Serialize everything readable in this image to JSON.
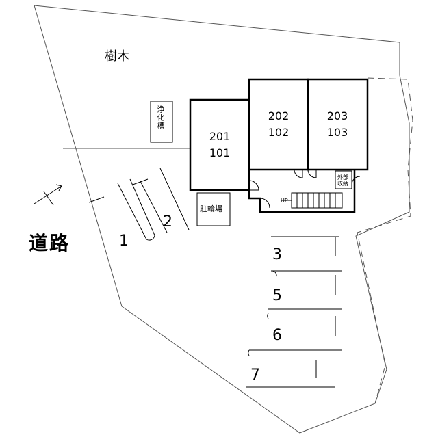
{
  "labels": {
    "trees": "樹木",
    "septic_tank": "浄化槽",
    "bicycle_parking": "駐輪場",
    "outdoor_storage_1": "外部",
    "outdoor_storage_2": "収納",
    "road": "道路",
    "stair_up": "UP"
  },
  "units": {
    "unit_a_upper": "201",
    "unit_a_lower": "101",
    "unit_b_upper": "202",
    "unit_b_lower": "102",
    "unit_c_upper": "203",
    "unit_c_lower": "103"
  },
  "parking": {
    "space_1": "1",
    "space_2": "2",
    "space_3": "3",
    "space_5": "5",
    "space_6": "6",
    "space_7": "7"
  }
}
